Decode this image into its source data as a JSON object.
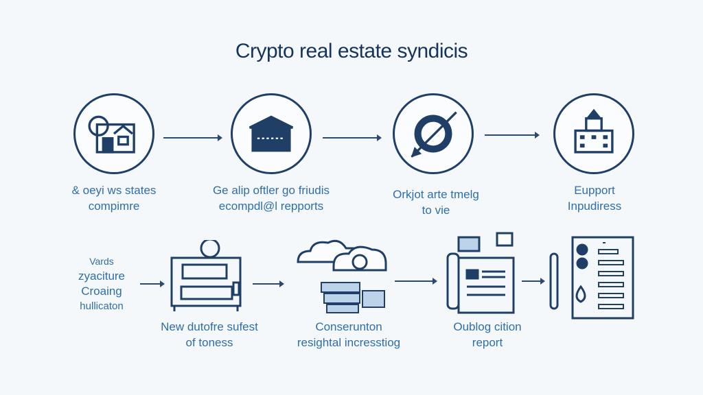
{
  "title": "Crypto real estate syndicis",
  "top_row": [
    {
      "icon": "house-icon",
      "lines": [
        "& oeyi ws states",
        "compimre"
      ]
    },
    {
      "icon": "building-icon",
      "lines": [
        "Ge alip oftler go friudis",
        "ecompdl@l repports"
      ]
    },
    {
      "icon": "target-arrow-icon",
      "lines": [
        "Orkjot arte tmelg",
        "to vie"
      ]
    },
    {
      "icon": "office-tower-icon",
      "lines": [
        "Eupport",
        "Inpudiress"
      ]
    }
  ],
  "bottom_left_text": [
    "Vards",
    "zyaciture",
    "Croaing",
    "hullicaton"
  ],
  "bottom_row": [
    {
      "icon": "machine-icon",
      "lines": [
        "New dutofre sufest",
        "of toness"
      ]
    },
    {
      "icon": "cloud-stack-icon",
      "lines": [
        "Conserunton",
        "resightal incresstiog"
      ]
    },
    {
      "icon": "document-folder-icon",
      "lines": [
        "Oublog cition",
        "report"
      ]
    },
    {
      "icon": "report-sheet-icon",
      "lines": []
    }
  ],
  "colors": {
    "title": "#15345a",
    "label": "#2f6ea6",
    "stroke": "#1f3f66"
  }
}
